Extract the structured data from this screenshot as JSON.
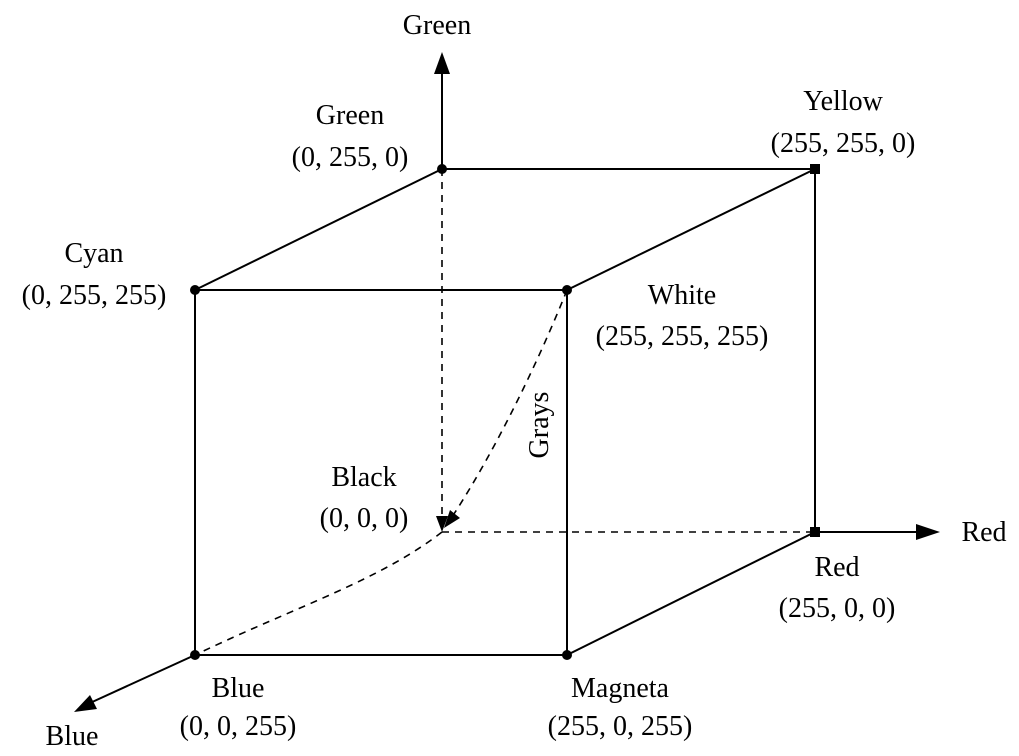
{
  "axes": {
    "green": "Green",
    "red": "Red",
    "blue": "Blue"
  },
  "vertices": {
    "green": {
      "name": "Green",
      "rgb": "(0, 255, 0)"
    },
    "yellow": {
      "name": "Yellow",
      "rgb": "(255, 255, 0)"
    },
    "cyan": {
      "name": "Cyan",
      "rgb": "(0, 255, 255)"
    },
    "white": {
      "name": "White",
      "rgb": "(255, 255, 255)"
    },
    "black": {
      "name": "Black",
      "rgb": "(0, 0, 0)"
    },
    "red": {
      "name": "Red",
      "rgb": "(255, 0, 0)"
    },
    "blue": {
      "name": "Blue",
      "rgb": "(0, 0, 255)"
    },
    "magenta": {
      "name": "Magneta",
      "rgb": "(255, 0, 255)"
    }
  },
  "diagonal_label": "Grays"
}
